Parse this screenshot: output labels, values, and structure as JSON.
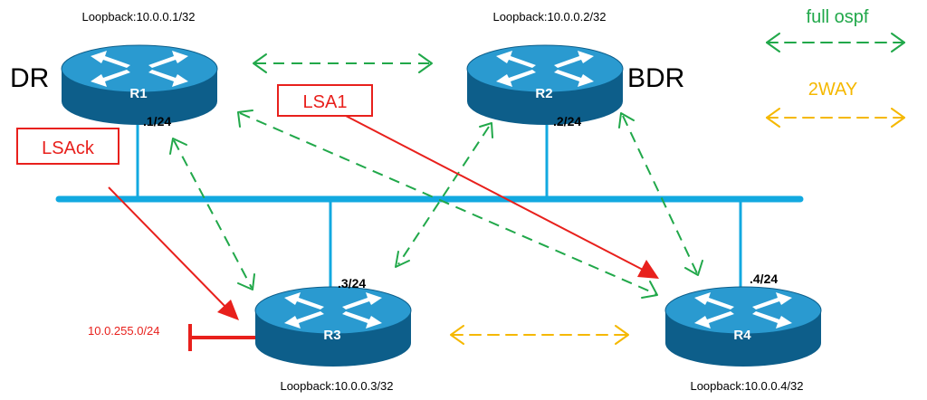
{
  "routers": [
    {
      "id": "R1",
      "label": "R1",
      "loopback": "Loopback:10.0.0.1/32",
      "ip": ".1/24",
      "role": "DR"
    },
    {
      "id": "R2",
      "label": "R2",
      "loopback": "Loopback:10.0.0.2/32",
      "ip": ".2/24",
      "role": "BDR"
    },
    {
      "id": "R3",
      "label": "R3",
      "loopback": "Loopback:10.0.0.3/32",
      "ip": ".3/24",
      "role": ""
    },
    {
      "id": "R4",
      "label": "R4",
      "loopback": "Loopback:10.0.0.4/32",
      "ip": ".4/24",
      "role": ""
    }
  ],
  "legend": {
    "full": {
      "label": "full ospf",
      "color": "#21a84a"
    },
    "twoway": {
      "label": "2WAY",
      "color": "#f5b800"
    }
  },
  "messages": {
    "lsa1": "LSA1",
    "lsack": "LSAck",
    "network": "10.0.255.0/24",
    "color": "#e8201c"
  },
  "colors": {
    "bus": "#12a9e0",
    "router_top": "#2a9ad0",
    "router_side": "#0d5e8a",
    "router_mark": "#ffffff"
  }
}
